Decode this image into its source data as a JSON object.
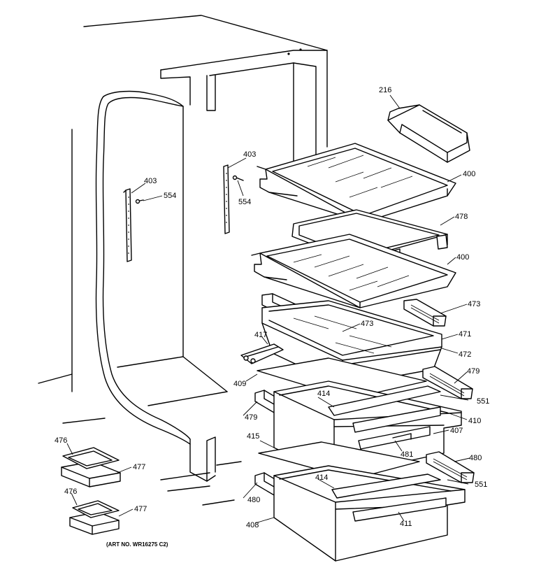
{
  "caption": "(ART NO. WR16275 C2)",
  "labels": {
    "p216": "216",
    "p400a": "400",
    "p400b": "400",
    "p403a": "403",
    "p403b": "403",
    "p554a": "554",
    "p554b": "554",
    "p478": "478",
    "p473a": "473",
    "p473b": "473",
    "p471": "471",
    "p472": "472",
    "p417": "417",
    "p409": "409",
    "p414a": "414",
    "p414b": "414",
    "p479a": "479",
    "p479b": "479",
    "p551a": "551",
    "p551b": "551",
    "p410": "410",
    "p407": "407",
    "p481": "481",
    "p415": "415",
    "p480a": "480",
    "p480b": "480",
    "p408": "408",
    "p411": "411",
    "p476a": "476",
    "p476b": "476",
    "p477a": "477",
    "p477b": "477"
  }
}
